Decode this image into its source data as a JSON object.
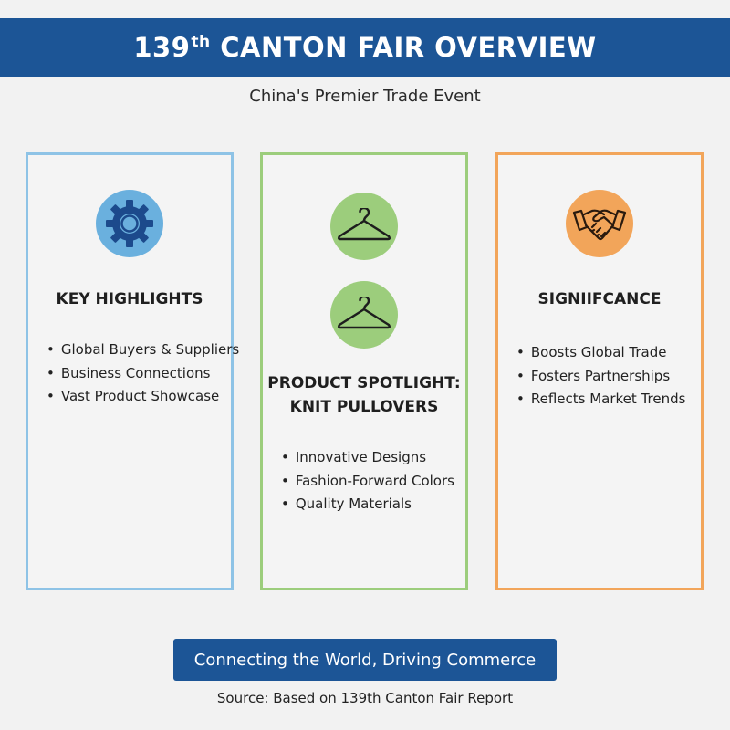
{
  "header": {
    "title": "139",
    "title_sup": "th",
    "title_rest": " CANTON FAIR OVERVIEW"
  },
  "subtitle": "China's Premier Trade Event",
  "cards": [
    {
      "icon": "gear-icon",
      "title": "KEY HIGHLIGHTS",
      "bullets": [
        "Global Buyers & Suppliers",
        "Business Connections",
        "Vast Product Showcase"
      ]
    },
    {
      "icon": "clothes-hanger-icon",
      "title_line1": "PRODUCT SPOTLIGHT:",
      "title_line2": "KNIT PULLOVERS",
      "bullets": [
        "Innovative Designs",
        "Fashion-Forward Colors",
        "Quality Materials"
      ]
    },
    {
      "icon": "handshake-icon",
      "title": "SIGNIIFCANCE",
      "bullets": [
        "Boosts Global Trade",
        "Fosters Partnerships",
        "Reflects Market Trends"
      ]
    }
  ],
  "tagline": "Connecting the World, Driving Commerce",
  "source": "Source: Based on 139th Canton Fair Report",
  "colors": {
    "header": "#1c5596",
    "card_1_border": "#8ec3e6",
    "card_2_border": "#9ccd7c",
    "card_3_border": "#f2a55a"
  }
}
